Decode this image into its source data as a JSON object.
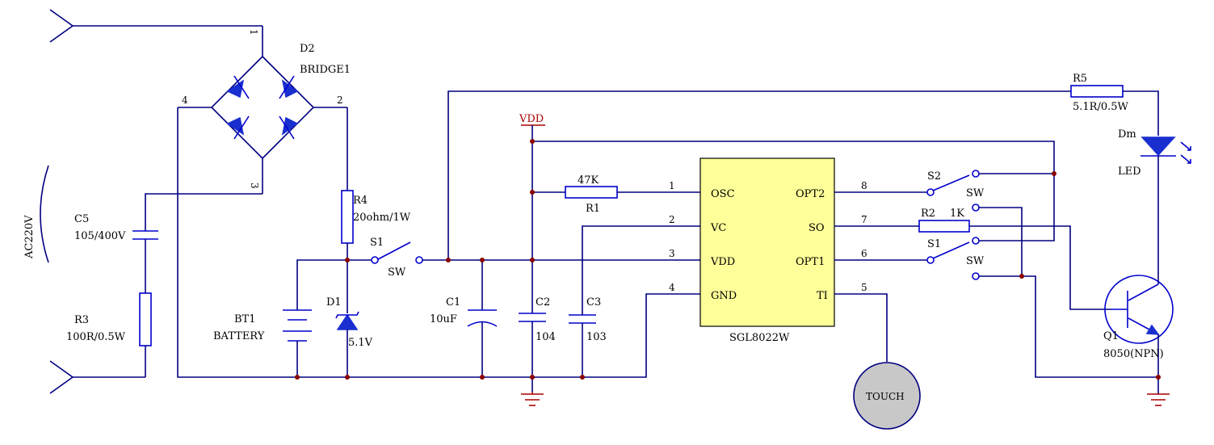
{
  "diagram": {
    "source_label": "AC220V",
    "bridge": {
      "ref": "D2",
      "value": "BRIDGE1",
      "pins": [
        "1",
        "2",
        "3",
        "4"
      ]
    },
    "c5": {
      "ref": "C5",
      "value": "105/400V"
    },
    "r3": {
      "ref": "R3",
      "value": "100R/0.5W"
    },
    "r4": {
      "ref": "R4",
      "value": "20ohm/1W"
    },
    "battery": {
      "ref": "BT1",
      "value": "BATTERY"
    },
    "zener": {
      "ref": "D1",
      "value": "5.1V"
    },
    "switch_main": {
      "ref": "S1",
      "value": "SW"
    },
    "c1": {
      "ref": "C1",
      "value": "10uF"
    },
    "c2": {
      "ref": "C2",
      "value": "104"
    },
    "c3": {
      "ref": "C3",
      "value": "103"
    },
    "vdd_label": "VDD",
    "r1": {
      "ref": "R1",
      "value": "47K"
    },
    "ic": {
      "name": "SGL8022W",
      "left_pins": [
        {
          "num": "1",
          "name": "OSC"
        },
        {
          "num": "2",
          "name": "VC"
        },
        {
          "num": "3",
          "name": "VDD"
        },
        {
          "num": "4",
          "name": "GND"
        }
      ],
      "right_pins": [
        {
          "num": "8",
          "name": "OPT2"
        },
        {
          "num": "7",
          "name": "SO"
        },
        {
          "num": "6",
          "name": "OPT1"
        },
        {
          "num": "5",
          "name": "TI"
        }
      ]
    },
    "s2": {
      "ref": "S2",
      "value": "SW"
    },
    "r2": {
      "ref": "R2",
      "value": "1K"
    },
    "s1b": {
      "ref": "S1",
      "value": "SW"
    },
    "touch_label": "TOUCH",
    "r5": {
      "ref": "R5",
      "value": "5.1R/0.5W"
    },
    "led": {
      "ref": "Dm",
      "value": "LED"
    },
    "q1": {
      "ref": "Q1",
      "value": "8050(NPN)"
    },
    "colors": {
      "wire": "#000080",
      "component": "#0000cc",
      "junction": "#8b0000",
      "ic_fill": "#ffff99",
      "touch_fill": "#c8c8c8"
    }
  }
}
